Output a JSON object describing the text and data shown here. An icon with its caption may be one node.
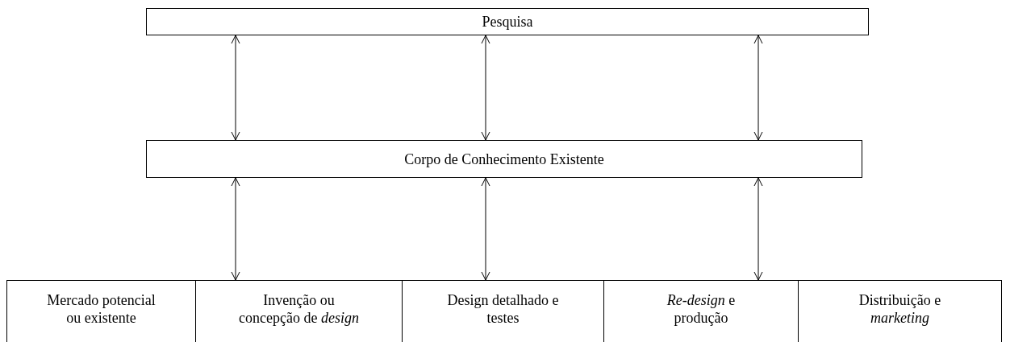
{
  "diagram": {
    "nodes": [
      {
        "text": [
          "Pesquisa"
        ]
      },
      {
        "text": [
          "Corpo de Conhecimento Existente"
        ]
      },
      {
        "text": [
          "Mercado potencial ou existente"
        ]
      },
      {
        "text": [
          "Invenção ou concepção de *design*"
        ]
      },
      {
        "text": [
          "Design detalhado e testes"
        ]
      },
      {
        "text": [
          "*Re-design* e produção"
        ]
      },
      {
        "text": [
          "Distribuição e *marketing*"
        ]
      }
    ],
    "edges": [
      {
        "from": 0,
        "to": 1,
        "arrow": "both"
      },
      {
        "from": 0,
        "to": 1,
        "arrow": "both"
      },
      {
        "from": 0,
        "to": 1,
        "arrow": "both"
      },
      {
        "from": 1,
        "to": 3,
        "arrow": "both"
      },
      {
        "from": 1,
        "to": 4,
        "arrow": "both"
      },
      {
        "from": 1,
        "to": 5,
        "arrow": "both"
      }
    ]
  }
}
